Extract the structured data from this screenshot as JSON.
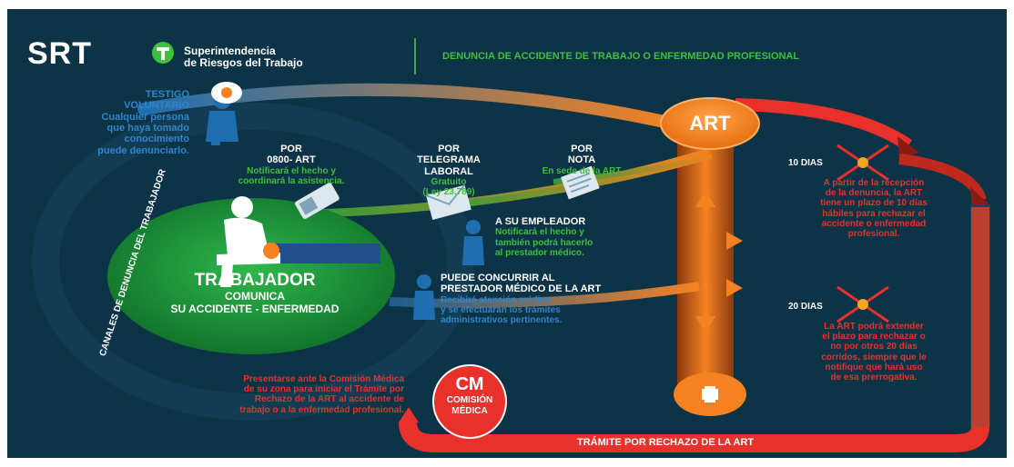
{
  "header": {
    "logo_text": "SRT",
    "org_line1": "Superintendencia",
    "org_line2": "de Riesgos del Trabajo",
    "title": "DENUNCIA DE ACCIDENTE DE TRABAJO O ENFERMEDAD PROFESIONAL"
  },
  "testigo": {
    "title_line1": "TESTIGO",
    "title_line2": "VOLUNTARIO",
    "desc_lines": [
      "Cualquier persona",
      "que haya tomado",
      "conocimiento",
      "puede denunciarlo."
    ]
  },
  "channels": [
    {
      "title_lines": [
        "POR",
        "0800- ART"
      ],
      "desc_lines": [
        "Notificará el hecho y",
        "coordinará la asistencia."
      ]
    },
    {
      "title_lines": [
        "POR",
        "TELEGRAMA",
        "LABORAL"
      ],
      "desc_lines": [
        "Gratuito",
        "(Ley 23.789)"
      ]
    },
    {
      "title_lines": [
        "POR",
        "NOTA"
      ],
      "desc_lines": [
        "En sede de la ART"
      ]
    }
  ],
  "curve_label": "CANALES DE DENUNCIA DEL TRABAJADOR",
  "trabajador": {
    "title": "TRABAJADOR",
    "line1": "COMUNICA",
    "line2": "SU ACCIDENTE - ENFERMEDAD"
  },
  "empleador": {
    "title": "A SU EMPLEADOR",
    "desc_lines": [
      "Notificará el hecho y",
      "también podrá hacerlo",
      "al prestador médico."
    ]
  },
  "prestador": {
    "title_lines": [
      "PUEDE CONCURRIR AL",
      "PRESTADOR MÉDICO DE LA ART"
    ],
    "desc_lines": [
      "Recibirá atención médica",
      "y se efectuarán los trámites",
      "administrativos pertinentes."
    ]
  },
  "art_label": "ART",
  "plazo_10": {
    "label": "10 DIAS",
    "desc_lines": [
      "A partir de la recepción",
      "de la denuncia, la ART",
      "tiene un plazo de 10 días",
      "hábiles para rechazar el",
      "accidente o enfermedad",
      "profesional."
    ]
  },
  "plazo_20": {
    "label": "20 DIAS",
    "desc_lines": [
      "La ART podrá extender",
      "el plazo para rechazar o",
      "no por otros 20 días",
      "corridos, siempre que le",
      "notifique que hará uso",
      "de esa prerrogativa."
    ]
  },
  "cm": {
    "abbr": "CM",
    "line1": "COMISIÓN",
    "line2": "MÉDICA"
  },
  "cm_instruction_lines": [
    "Presentarse ante la Comisión Médica",
    "de su zona para iniciar el Trámite por",
    "Rechazo de la ART al accidente de",
    "trabajo o a la enfermedad profesional."
  ],
  "rechazo_label": "TRÁMITE POR RECHAZO DE LA ART",
  "colors": {
    "background": "#0d3347",
    "green": "#3fbf3a",
    "blue": "#2f86c8",
    "orange": "#f58220",
    "red": "#e8312a"
  }
}
